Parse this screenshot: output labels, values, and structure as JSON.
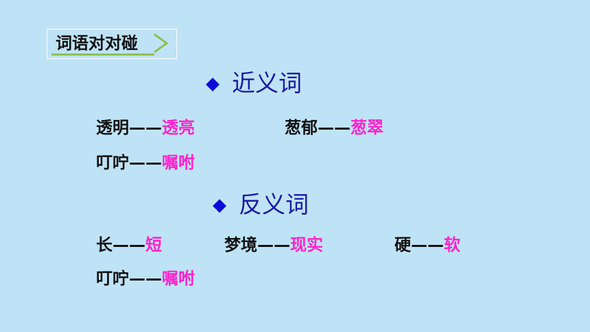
{
  "title": "词语对对碰",
  "synonyms": {
    "heading": "近义词",
    "bullet": "◆",
    "pairs": [
      {
        "word": "透明",
        "dash": "——",
        "answer": "透亮"
      },
      {
        "word": "葱郁",
        "dash": "——",
        "answer": "葱翠"
      },
      {
        "word": "叮咛",
        "dash": "——",
        "answer": "嘱咐"
      }
    ]
  },
  "antonyms": {
    "heading": "反义词",
    "bullet": "◆",
    "pairs": [
      {
        "word": "长",
        "dash": "——",
        "answer": "短"
      },
      {
        "word": "梦境",
        "dash": "——",
        "answer": "现实"
      },
      {
        "word": "硬",
        "dash": "——",
        "answer": "软"
      },
      {
        "word": "叮咛",
        "dash": "——",
        "answer": "嘱咐"
      }
    ]
  },
  "colors": {
    "background": "#bfe3f6",
    "answer": "#ff22cc",
    "heading": "#1a1aa8",
    "tag_underline": "#8cc152"
  }
}
